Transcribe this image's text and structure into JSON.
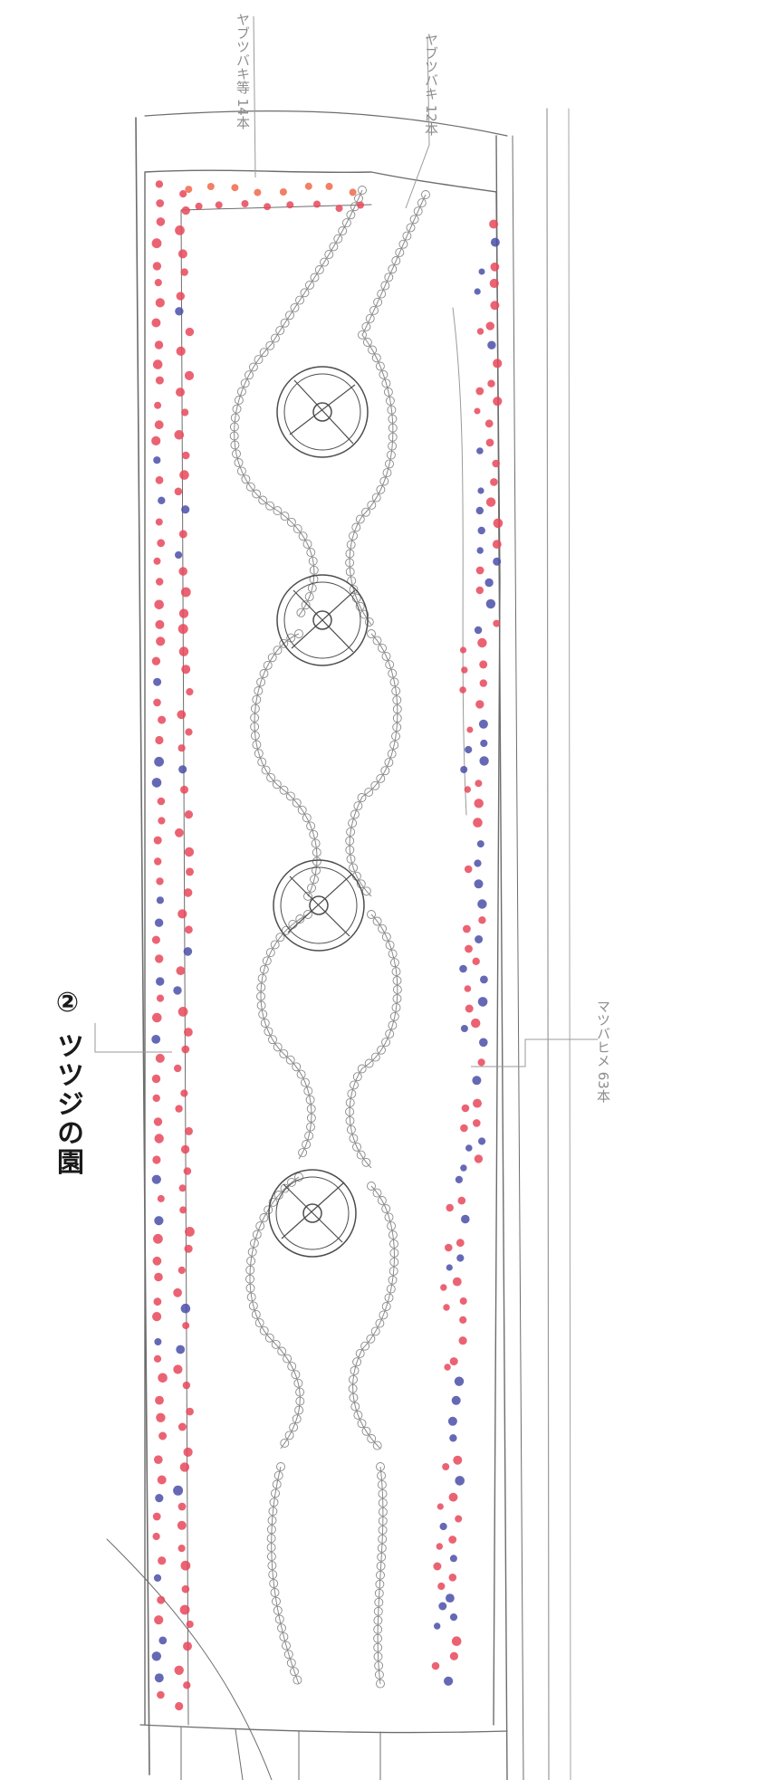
{
  "title": {
    "number": "②",
    "text": "ツツジの園"
  },
  "labels": {
    "top_left": "ヤブツバキ等 14本",
    "top_right": "ヤブツバキ 12本",
    "bottom": "マツバヒメ 63本"
  },
  "colors": {
    "red_shrub": "#e8485a",
    "blue_shrub": "#4a4fa8",
    "orange_shrub": "#ef6a4a",
    "pencil": "#6d6d6d",
    "label_gray": "#8d8d8d"
  },
  "circular_features": 4
}
